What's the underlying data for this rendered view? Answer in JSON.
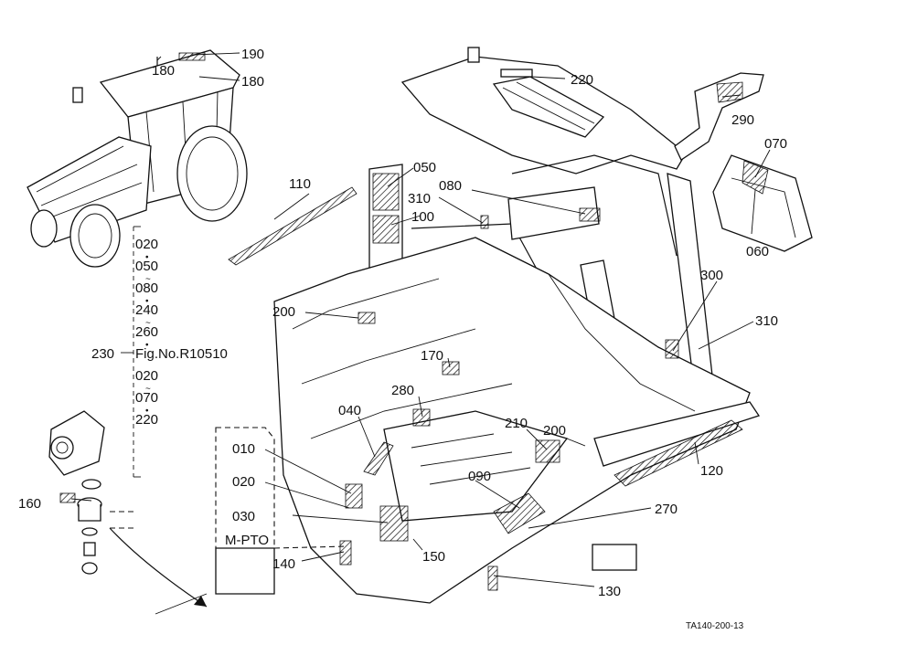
{
  "part_labels": {
    "p180_top": "180",
    "p190": "190",
    "p180_right": "180",
    "p220": "220",
    "p290": "290",
    "p070": "070",
    "p060": "060",
    "p110": "110",
    "p050": "050",
    "p310_top": "310",
    "p080": "080",
    "p100": "100",
    "p300": "300",
    "p310_right": "310",
    "p200_left": "200",
    "p230": "230",
    "p170": "170",
    "p280": "280",
    "p040": "040",
    "p210": "210",
    "p200_mid": "200",
    "p010": "010",
    "p020": "020",
    "p030": "030",
    "p090": "090",
    "p120": "120",
    "p270": "270",
    "p160": "160",
    "p140": "140",
    "p150": "150",
    "p130": "130"
  },
  "mpto_label": "M-PTO",
  "reference_list": {
    "items": [
      "020",
      "050",
      "080",
      "240",
      "260",
      "Fig.No.R10510",
      "020",
      "070",
      "220"
    ],
    "separators": [
      "•",
      "~",
      "•",
      "~",
      "•",
      "",
      "~",
      "•"
    ]
  },
  "figure_code": "TA140-200-13"
}
